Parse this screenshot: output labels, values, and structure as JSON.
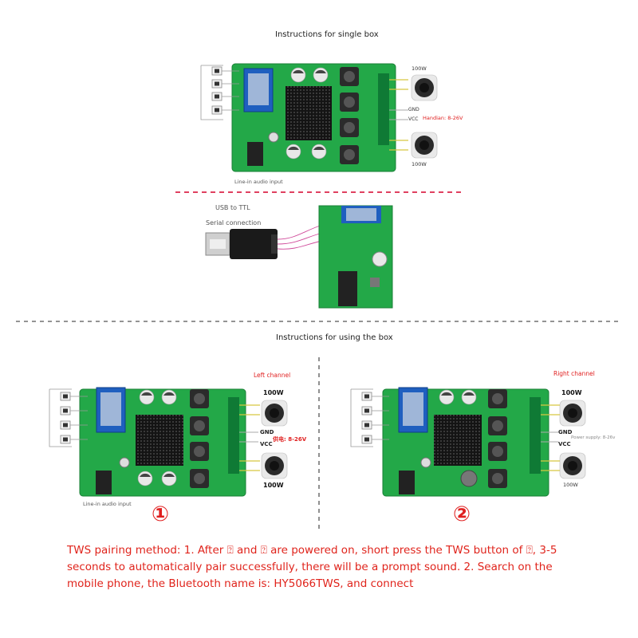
{
  "sections": {
    "single_box_title": "Instructions for single box",
    "using_box_title": "Instructions for using the box"
  },
  "single_box": {
    "watt_top": "100W",
    "watt_bottom": "100W",
    "gnd": "GND",
    "vcc": "VCC",
    "power_note": "Handian: 8-26V",
    "line_in": "Line-in audio input"
  },
  "serial": {
    "usb_ttl": "USB to TTL",
    "serial_connection": "Serial connection"
  },
  "left_box": {
    "channel": "Left channel",
    "watt_top": "100W",
    "watt_bottom": "100W",
    "gnd": "GND",
    "vcc": "VCC",
    "power_note": "供电: 8-26V",
    "line_in": "Line-in audio input",
    "number": "①"
  },
  "right_box": {
    "channel": "Right channel",
    "watt_top": "100W",
    "watt_bottom": "100W",
    "gnd": "GND",
    "vcc": "VCC",
    "power_note": "Power supply: 8-26v",
    "number": "②"
  },
  "tws_text": "TWS pairing method: 1. After ⍰ and ⍰ are powered on, short press the TWS button of ⍰, 3-5 seconds to automatically pair successfully, there will be a prompt sound. 2. Search on the mobile phone, the Bluetooth name is: HY5066TWS, and connect",
  "colors": {
    "pcb": "#23a848",
    "heatsink": "#111111",
    "divider": "#e04060",
    "text_red": "#e0241c"
  }
}
